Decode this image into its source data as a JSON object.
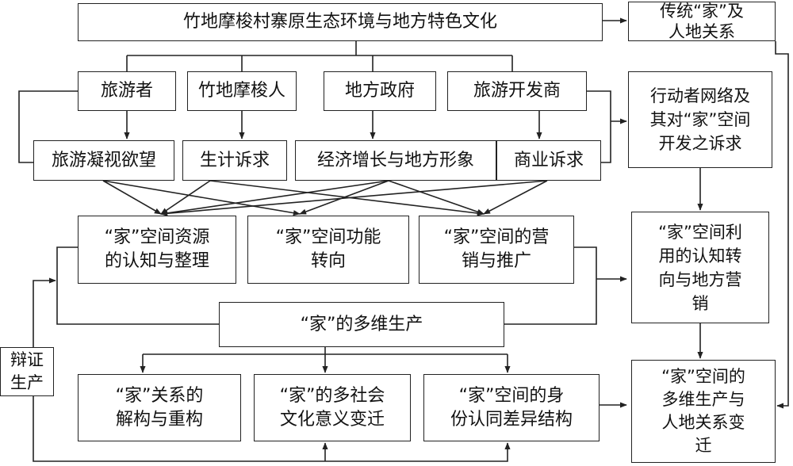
{
  "nodes": {
    "top": "竹地摩梭村寨原生态环境与地方特色文化",
    "actor_tourist": "旅游者",
    "actor_local": "竹地摩梭人",
    "actor_gov": "地方政府",
    "actor_dev": "旅游开发商",
    "need_gaze": "旅游凝视欲望",
    "need_livelihood": "生计诉求",
    "need_growth": "经济增长与地方形象",
    "need_business": "商业诉求",
    "space_resource": "“家”空间资源\n的认知与整理",
    "space_function": "“家”空间功能\n转向",
    "space_marketing": "“家”空间的营\n销与推广",
    "multi_production": "“家”的多维生产",
    "relation_restructure": "“家”关系的\n解构与重构",
    "sociocultural_change": "“家”的多社会\n文化意义变迁",
    "identity_structure": "“家”空间的身\n份认同差异结构",
    "dialectic": "辩证\n生产",
    "right_traditional": "传统“家”及\n人地关系",
    "right_network": "行动者网络及\n其对“家”空间\n开发之诉求",
    "right_cognition": "“家”空间利\n用的认知转\n向与地方营\n销",
    "right_result": "“家”空间的\n多维生产与\n人地关系变\n迁"
  }
}
